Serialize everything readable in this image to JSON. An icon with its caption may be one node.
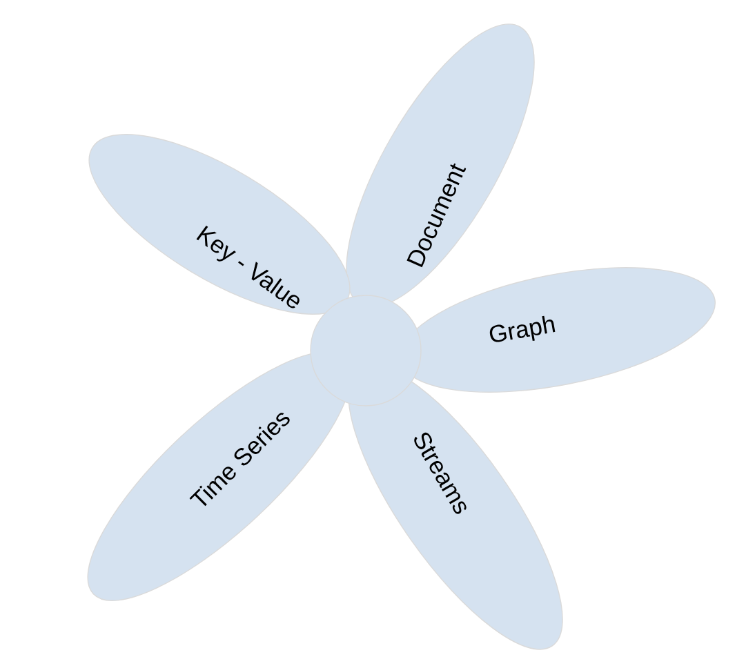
{
  "diagram": {
    "nodes": [
      {
        "text": [
          "Document"
        ]
      },
      {
        "text": [
          "Key - Value"
        ]
      },
      {
        "text": [
          "Graph"
        ]
      },
      {
        "text": [
          "Time Series"
        ]
      },
      {
        "text": [
          "Streams"
        ]
      },
      {
        "text": [],
        "shape": "circle"
      }
    ]
  }
}
